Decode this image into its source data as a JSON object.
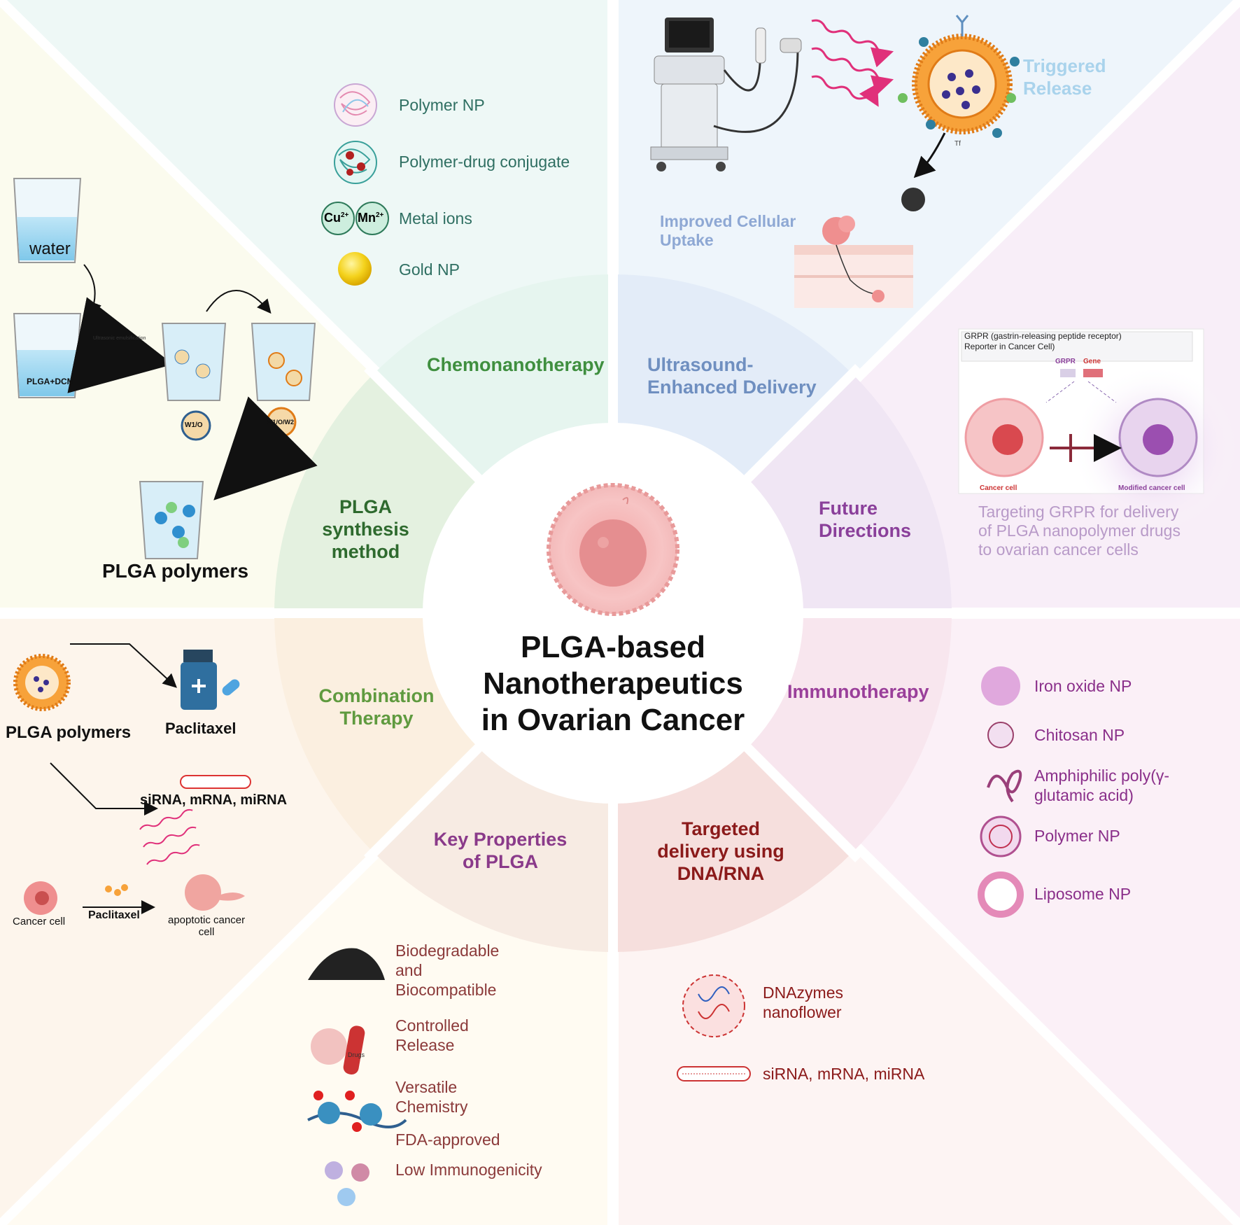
{
  "center": {
    "line1": "PLGA-based",
    "line2": "Nanotherapeutics",
    "line3": "in Ovarian Cancer"
  },
  "segments": {
    "chemo": "Chemonanotherapy",
    "ultrasound": [
      "Ultrasound-",
      "Enhanced Delivery"
    ],
    "future": [
      "Future",
      "Directions"
    ],
    "immuno": "Immunotherapy",
    "targeted": [
      "Targeted",
      "delivery using",
      "DNA/RNA"
    ],
    "key": [
      "Key Properties",
      "of PLGA"
    ],
    "combo": [
      "Combination",
      "Therapy"
    ],
    "synthesis": [
      "PLGA",
      "synthesis",
      "method"
    ]
  },
  "chemo_legend": [
    "Polymer NP",
    "Polymer-drug conjugate",
    "Metal ions",
    "Gold NP"
  ],
  "metal_ions": [
    "Cu",
    "2+",
    "Mn",
    "2+"
  ],
  "ultrasound_panel": {
    "triggered": [
      "Triggered",
      "Release"
    ],
    "uptake": [
      "Improved Cellular",
      "Uptake"
    ],
    "tf": "Tf"
  },
  "future_panel": {
    "box_title": [
      "GRPR (gastrin-releasing peptide receptor)",
      "Reporter in Cancer Cell)"
    ],
    "grpr": "GRPR",
    "gene": "Gene",
    "cancer_cell": "Cancer cell",
    "modified_cell": "Modified cancer cell",
    "caption": [
      "Targeting GRPR for delivery",
      "of PLGA nanopolymer drugs",
      "to ovarian cancer cells"
    ]
  },
  "synthesis_panel": {
    "water": "water",
    "plga_dcm": "PLGA+DCM",
    "ultrasonic": "Ultrasonic emulsification",
    "w1o": "W1/O",
    "w1ow2": "W1/O/W2",
    "result": "PLGA polymers"
  },
  "combo_panel": {
    "plga": "PLGA polymers",
    "paclitaxel": "Paclitaxel",
    "rna": "siRNA, mRNA, miRNA",
    "cancer_cell": "Cancer cell",
    "paclitaxel2": "Paclitaxel",
    "apoptotic": [
      "apoptotic cancer",
      "cell"
    ]
  },
  "immuno_legend": [
    "Iron oxide NP",
    "Chitosan NP",
    [
      "Amphiphilic poly(γ-",
      "glutamic acid)"
    ],
    "Polymer NP",
    "Liposome NP"
  ],
  "key_legend": [
    [
      "Biodegradable",
      "and",
      "Biocompatible"
    ],
    [
      "Controlled",
      "Release"
    ],
    [
      "Versatile",
      "Chemistry"
    ],
    "FDA-approved",
    "Low Immunogenicity"
  ],
  "drugs_label": "Drugs",
  "targeted_legend": [
    [
      "DNAzymes",
      "nanoflower"
    ],
    "siRNA, mRNA, miRNA"
  ],
  "colors": {
    "chemo": "#3f8f3f",
    "ultrasound": "#6f8fc0",
    "future": "#8a3f9a",
    "immuno": "#9a3f9a",
    "targeted": "#8b1a1a",
    "key": "#8a3a8a",
    "combo": "#5f9a3f",
    "synthesis": "#2e6a2e",
    "legend_green": "#2f6f62",
    "legend_purple": "#8a2f8a",
    "legend_brown": "#8b3a3a"
  }
}
